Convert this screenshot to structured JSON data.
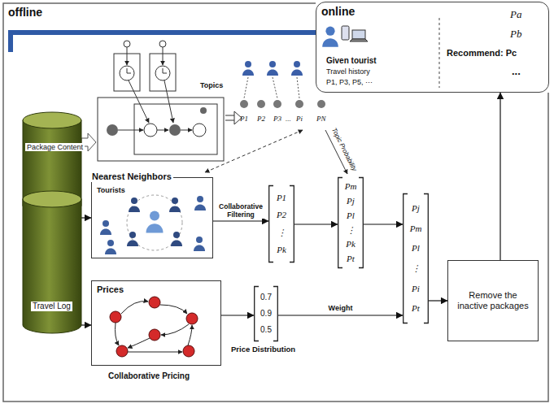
{
  "diagram": {
    "nodes": [
      {
        "text": [
          "offline"
        ]
      },
      {
        "text": [
          "online",
          "Given tourist",
          "Travel history",
          "P1, P3, P5, ···",
          "Pa",
          "Pb",
          "Recommend: Pc",
          "..."
        ]
      },
      {
        "text": [
          "Package Content"
        ],
        "in": 0
      },
      {
        "text": [
          "Travel Log"
        ],
        "in": 0
      },
      {
        "text": [
          "Nearest Neighbors",
          "Tourists"
        ],
        "in": 0
      },
      {
        "text": [
          "P1",
          "P2",
          "⋮",
          "Pk"
        ],
        "in": 0
      },
      {
        "text": [
          "Pm",
          "Pj",
          "Pl",
          "⋮",
          "Pk",
          "Pt"
        ],
        "in": 0
      },
      {
        "text": [
          "Pj",
          "Pm",
          "Pl",
          "⋮",
          "Pi",
          "Pt"
        ],
        "in": 0
      },
      {
        "text": [
          "Remove the inactive packages"
        ],
        "in": 0
      },
      {
        "text": [
          "Prices",
          "Collaborative Pricing"
        ],
        "in": 0
      },
      {
        "text": [
          "0.7",
          "0.9",
          "0.5",
          "Price Distribution"
        ],
        "in": 0
      }
    ],
    "edges": [
      {
        "from": 3,
        "to": 4,
        "arrow": "to"
      },
      {
        "from": 3,
        "to": 9,
        "arrow": "to"
      },
      {
        "from": 4,
        "to": 5,
        "label": "Collaborative Filtering",
        "arrow": "to"
      },
      {
        "from": 5,
        "to": 6,
        "arrow": "to"
      },
      {
        "from": 6,
        "to": 7,
        "arrow": "to"
      },
      {
        "from": 9,
        "to": 10,
        "arrow": "to"
      },
      {
        "from": 10,
        "to": 7,
        "label": "Weight",
        "arrow": "to"
      },
      {
        "from": 7,
        "to": 8,
        "arrow": "to"
      },
      {
        "from": 8,
        "to": 1,
        "arrow": "to"
      }
    ],
    "labels": [
      "Topics",
      "P1",
      "P2",
      "P3",
      "...",
      "Pi",
      "PN",
      "Topic Probability"
    ]
  }
}
